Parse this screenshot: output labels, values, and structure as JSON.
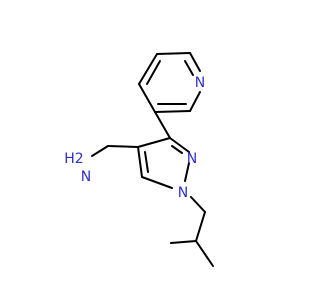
{
  "molecule": {
    "colors": {
      "bond": "#000000",
      "nitrogen": "#2e2ed8",
      "background": "#ffffff"
    },
    "atom_labels": {
      "pyridine_n": "N",
      "pyrazole_n2": "N",
      "pyrazole_n1": "N",
      "amine_h2": "H2",
      "amine_n": "N"
    }
  }
}
